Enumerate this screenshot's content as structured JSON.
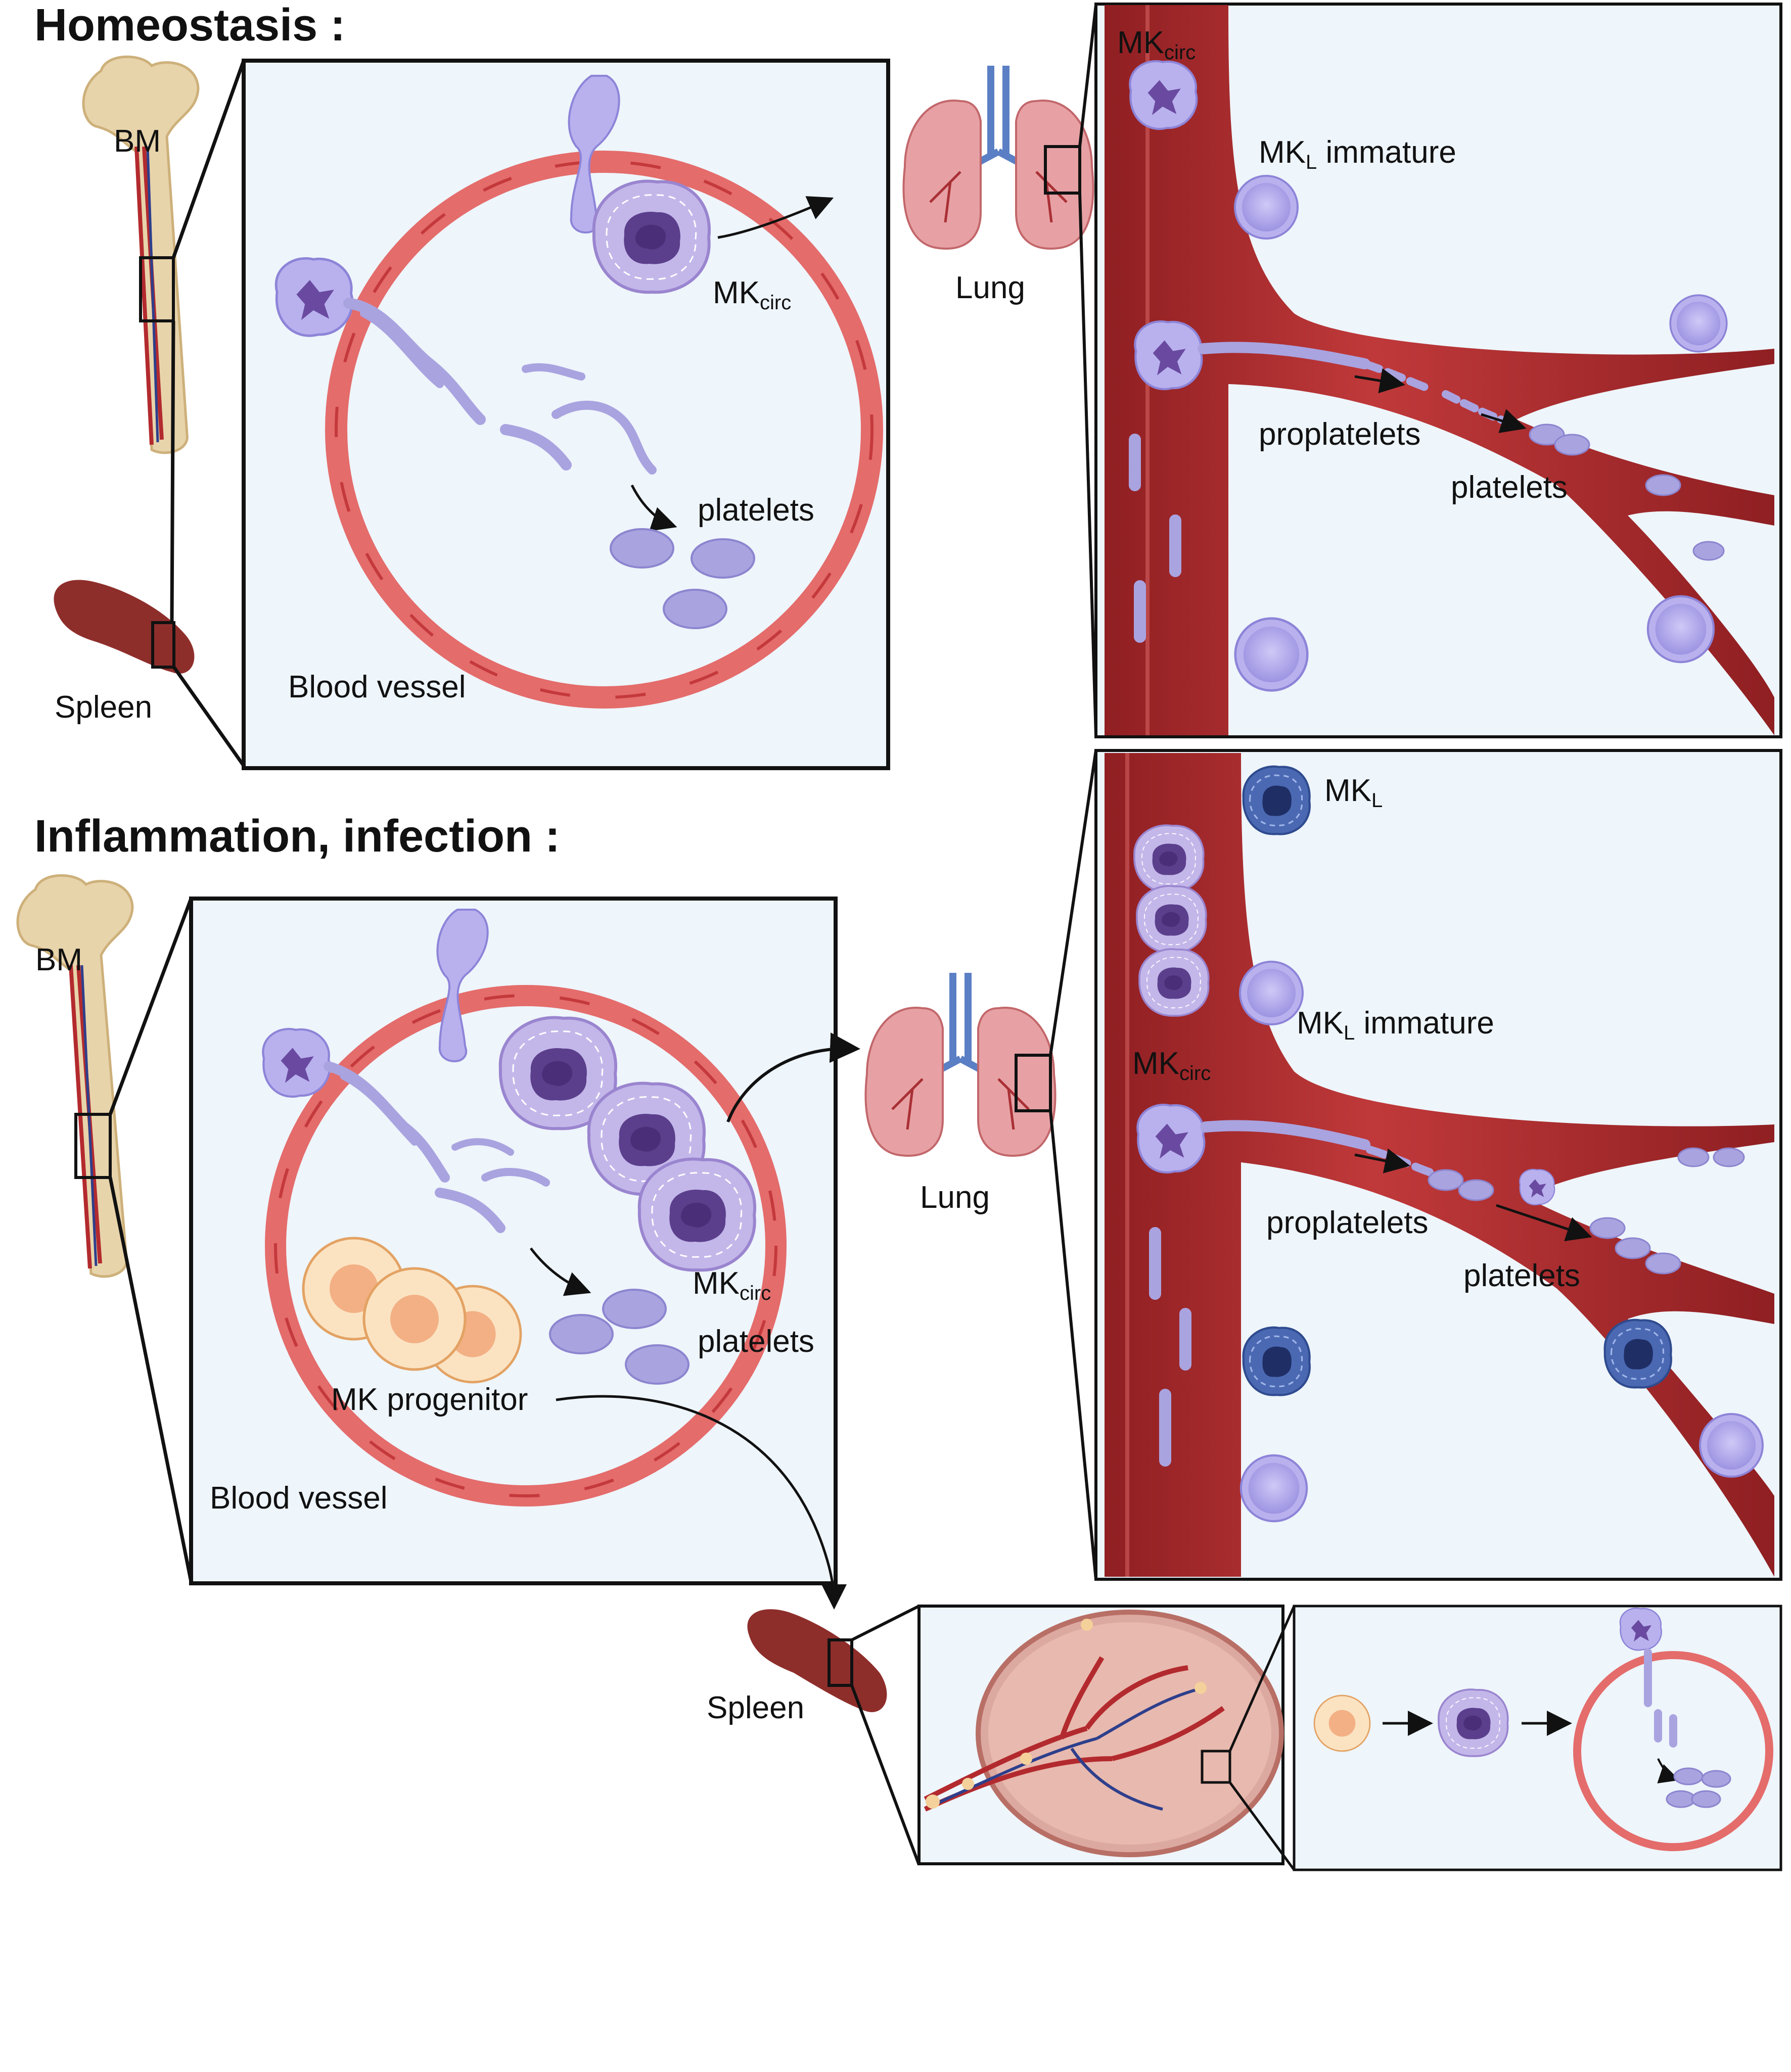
{
  "sections": {
    "homeostasis": {
      "title": "Homeostasis :",
      "bm_label": "BM",
      "spleen_label": "Spleen",
      "vessel_label": "Blood vessel",
      "mkcirc_main": "MK",
      "mkcirc_sub": "circ",
      "platelets_label": "platelets",
      "lung_label": "Lung",
      "lung_panel": {
        "mkcirc_main": "MK",
        "mkcirc_sub": "circ",
        "mkl_main": "MK",
        "mkl_sub": "L",
        "mkl_rest": " immature",
        "proplatelets": "proplatelets",
        "platelets": "platelets"
      }
    },
    "inflammation": {
      "title": "Inflammation, infection :",
      "bm_label": "BM",
      "vessel_label": "Blood vessel",
      "mkcirc_main": "MK",
      "mkcirc_sub": "circ",
      "platelets_label": "platelets",
      "progenitor_label": "MK progenitor",
      "lung_label": "Lung",
      "spleen_label": "Spleen",
      "lung_panel": {
        "mkl_top_main": "MK",
        "mkl_top_sub": "L",
        "mkl_main": "MK",
        "mkl_sub": "L",
        "mkl_rest": " immature",
        "mkcirc_main": "MK",
        "mkcirc_sub": "circ",
        "proplatelets": "proplatelets",
        "platelets": "platelets"
      }
    }
  },
  "colors": {
    "panel_bg": "#eef5fb",
    "vessel_red": "#b32a2e",
    "vessel_light": "#e07a78",
    "mk_light": "#b7b0ea",
    "mk_dark": "#5b3f8c",
    "mk_nucleus": "#6a4aa0",
    "mkl_blue": "#3f5fa8",
    "progenitor": "#f7c894",
    "spleen": "#8e2e2b",
    "bone": "#e8d4ab"
  }
}
